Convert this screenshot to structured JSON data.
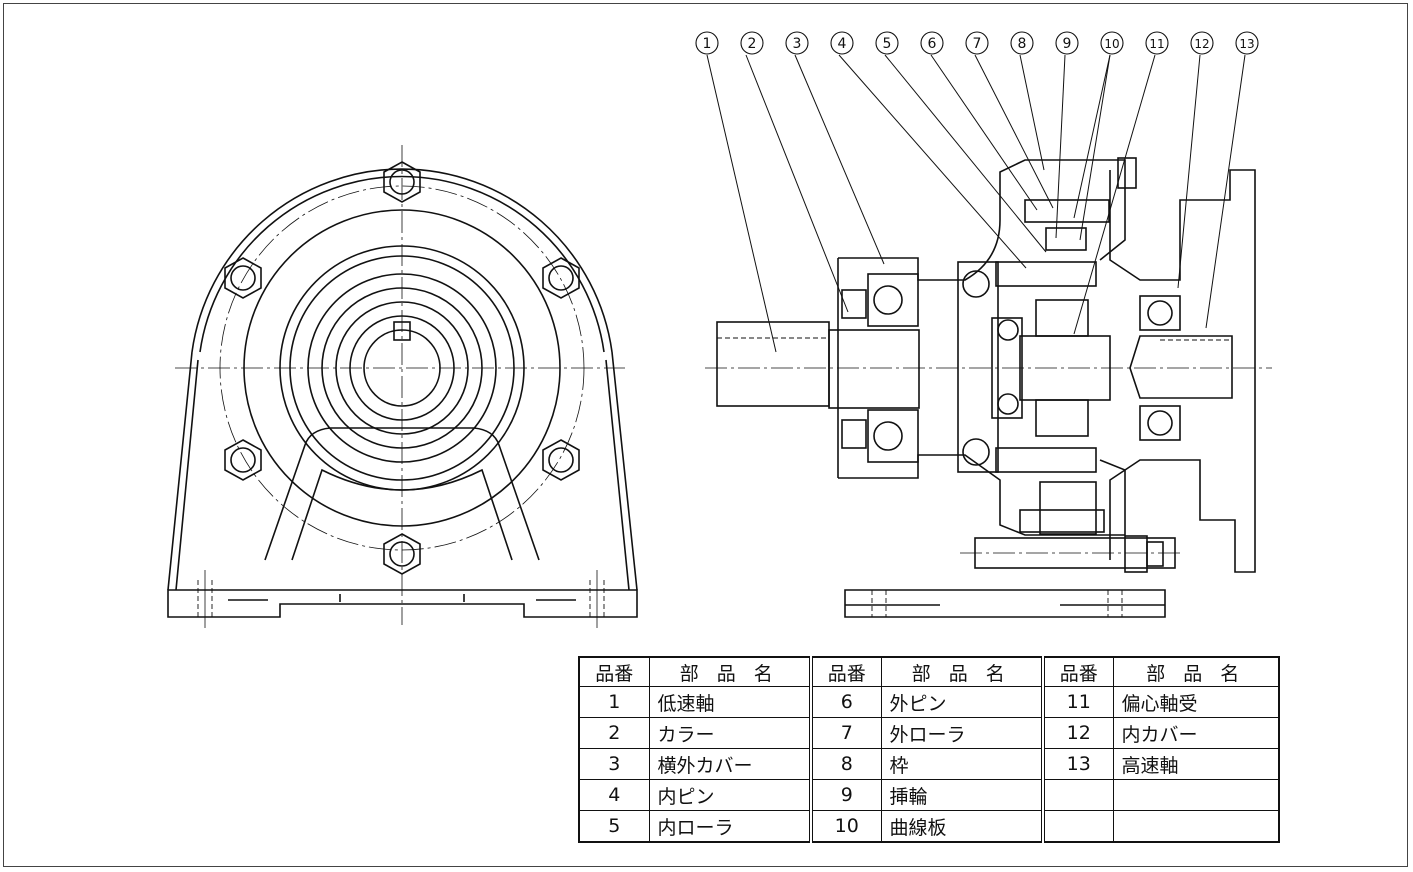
{
  "callouts": [
    "1",
    "2",
    "3",
    "4",
    "5",
    "6",
    "7",
    "8",
    "9",
    "10",
    "11",
    "12",
    "13"
  ],
  "table": {
    "header": {
      "no": "品番",
      "name": "部 品 名"
    },
    "rows": [
      [
        {
          "no": "1",
          "name": "低速軸"
        },
        {
          "no": "6",
          "name": "外ピン"
        },
        {
          "no": "11",
          "name": "偏心軸受"
        }
      ],
      [
        {
          "no": "2",
          "name": "カラー"
        },
        {
          "no": "7",
          "name": "外ローラ"
        },
        {
          "no": "12",
          "name": "内カバー"
        }
      ],
      [
        {
          "no": "3",
          "name": "横外カバー"
        },
        {
          "no": "8",
          "name": "枠"
        },
        {
          "no": "13",
          "name": "高速軸"
        }
      ],
      [
        {
          "no": "4",
          "name": "内ピン"
        },
        {
          "no": "9",
          "name": "挿輪"
        },
        {
          "no": "",
          "name": ""
        }
      ],
      [
        {
          "no": "5",
          "name": "内ローラ"
        },
        {
          "no": "10",
          "name": "曲線板"
        },
        {
          "no": "",
          "name": ""
        }
      ]
    ]
  }
}
